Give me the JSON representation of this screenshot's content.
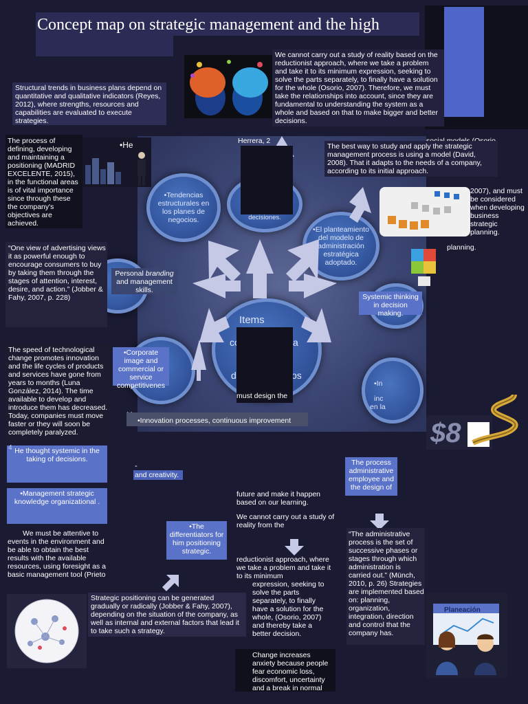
{
  "title": "Concept map on strategic management and the high",
  "texts": {
    "reductionist_top": "We cannot carry out a study of reality based on the reductionist approach, where we take a problem and take it to its minimum expression, seeking to solve the parts separately, to finally have a solution for the whole (Osorio, 2007). Therefore, we must take the relationships into account, since they are fundamental to understanding the system as a whole and based on that to make bigger and better decisions.",
    "structural_trends": "Structural trends in business plans depend on quantitative and qualitative indicators (Reyes, 2012), where strengths, resources and capabilities are evaluated to execute strategies.",
    "process_defining": "The process of defining, developing and maintaining a positioning (MADRID EXCELENTE, 2015), in the functional areas is of vital importance since through these the company's objectives are achieved.",
    "he_label": "•He",
    "herrera_frag": "Herrera, 2",
    "social_models_frag": "social models (Osorio,",
    "best_way": "The best way to study and apply the strategic management process is using a model (David, 2008). That it adapts to the needs of a company, according to its initial approach.",
    "right_frag": "2007), and must be considered when developing business strategic planning.",
    "advertising_quote": "“One view of advertising views it as powerful enough to encourage consumers to buy by taking them through the stages of attention, interest, desire, and action.” (Jobber & Fahy, 2007, p. 228)",
    "personal_branding_pre": "Personal ",
    "personal_branding_em": "branding",
    "personal_branding_post": " and management skills.",
    "systemic_thinking": "Systemic thinking in decision making.",
    "speed_tech": "The speed of technological change promotes innovation and the life cycles of products and services have gone from years to months (Luna González, 2014). The time available to develop and introduce them has decreased. Today, companies must move faster or they will soon be completely paralyzed.",
    "corporate_image": "•Corporate image and commercial or service competitivenes",
    "must_design": "must design the",
    "may": "May,",
    "innovation_processes": "•Innovation processes, continuous improvement",
    "he_thought": "He thought systemic in the taking of decisions.",
    "four": "4",
    "dash": "-",
    "creativity": "and creativity.",
    "process_admin": "The process administrative employee and the design of",
    "mgmt_knowledge": "•Management strategic knowledge organizational .",
    "future": "future and make it happen based on our learning.",
    "reality_mid": "We cannot carry out a study of reality from the",
    "differentiators": "•The differentiators for him positioning strategic.",
    "attentive": "We must be attentive to events in the environment and be able to obtain the best results with the available resources, using foresight as a basic management tool (Prieto",
    "reductionist_mid_a": "reductionist approach, where we take a problem and take it to its minimum",
    "reductionist_mid_b": "expression, seeking to solve the parts separately, to finally have a solution for the whole, (Osorio, 2007) and thereby take a better decision.",
    "admin_process_quote": "“The administrative process is the set of successive phases or stages through which administration is carried out.” (Münch, 2010, p. 26) Strategies are implemented based on: planning, organization, integration, direction and control that the company has.",
    "strategic_positioning": "Strategic positioning can be generated gradually or radically (Jobber & Fahy, 2007), depending on the situation of the company, as well as internal and external factors that lead it to take such a strategy.",
    "change_increases": "Change increases anxiety because people fear economic loss, discomfort, uncertainty and a break in normal",
    "dollar": "$8",
    "planeacion": "Planeación"
  },
  "bubbles": {
    "tendencias": "•Tendencias estructurales en los planes de negocios.",
    "planteamiento": "•El planteamiento del modelo de administración estratégica adoptado.",
    "items": "Items",
    "items_frag1": "co",
    "items_frag2": "a",
    "items_frag3": "de",
    "items_frag4": "os",
    "decisiones": "decisiones.",
    "right_frag_a": "•In",
    "right_frag_b": "inc",
    "right_frag_c": "en la"
  },
  "colors": {
    "background": "#1a1b33",
    "accent_blue": "#5a72c8",
    "bubble": "#3457a0"
  }
}
